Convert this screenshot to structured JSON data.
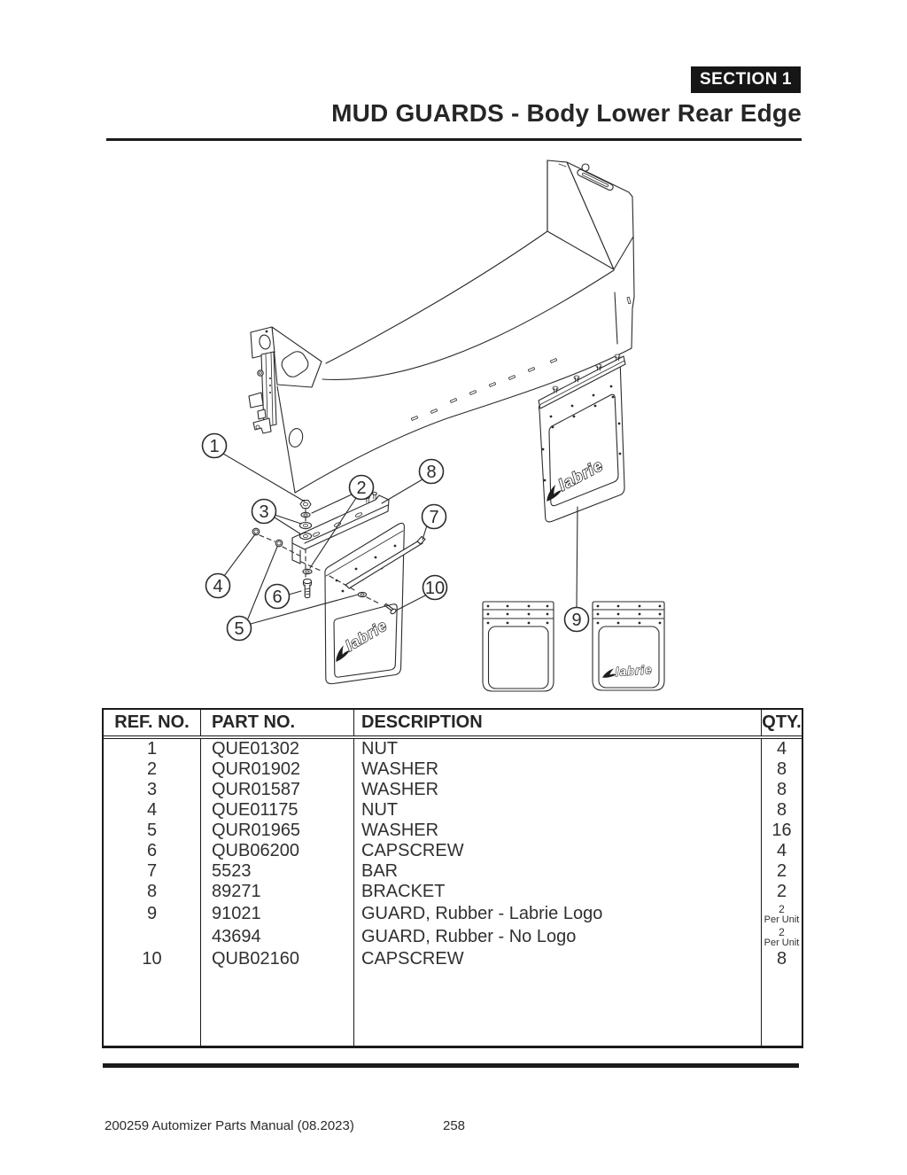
{
  "header": {
    "section_word": "SECTION",
    "section_number": "1",
    "title": "MUD GUARDS - Body Lower Rear Edge"
  },
  "diagram": {
    "logo_text": "labrie",
    "callouts": [
      {
        "label": "1"
      },
      {
        "label": "2"
      },
      {
        "label": "3"
      },
      {
        "label": "4"
      },
      {
        "label": "5"
      },
      {
        "label": "6"
      },
      {
        "label": "7"
      },
      {
        "label": "8"
      },
      {
        "label": "9"
      },
      {
        "label": "10"
      }
    ]
  },
  "table": {
    "headers": {
      "ref": "REF. NO.",
      "part": "PART NO.",
      "desc": "DESCRIPTION",
      "qty": "QTY."
    },
    "rows": [
      {
        "ref": "1",
        "part": "QUE01302",
        "desc": "NUT",
        "qty": "4"
      },
      {
        "ref": "2",
        "part": "QUR01902",
        "desc": "WASHER",
        "qty": "8"
      },
      {
        "ref": "3",
        "part": "QUR01587",
        "desc": "WASHER",
        "qty": "8"
      },
      {
        "ref": "4",
        "part": "QUE01175",
        "desc": "NUT",
        "qty": "8"
      },
      {
        "ref": "5",
        "part": "QUR01965",
        "desc": "WASHER",
        "qty": "16"
      },
      {
        "ref": "6",
        "part": "QUB06200",
        "desc": "CAPSCREW",
        "qty": "4"
      },
      {
        "ref": "7",
        "part": "5523",
        "desc": "BAR",
        "qty": "2"
      },
      {
        "ref": "8",
        "part": "89271",
        "desc": "BRACKET",
        "qty": "2"
      },
      {
        "ref": "9",
        "part": "91021",
        "desc": "GUARD, Rubber - Labrie Logo",
        "qty": "2",
        "qty_sub": "Per Unit"
      },
      {
        "ref": "",
        "part": "43694",
        "desc": "GUARD, Rubber - No Logo",
        "qty": "2",
        "qty_sub": "Per Unit"
      },
      {
        "ref": "10",
        "part": "QUB02160",
        "desc": "CAPSCREW",
        "qty": "8"
      }
    ]
  },
  "footer": {
    "manual": "200259 Automizer Parts Manual (08.2023)",
    "page_number": "258"
  }
}
